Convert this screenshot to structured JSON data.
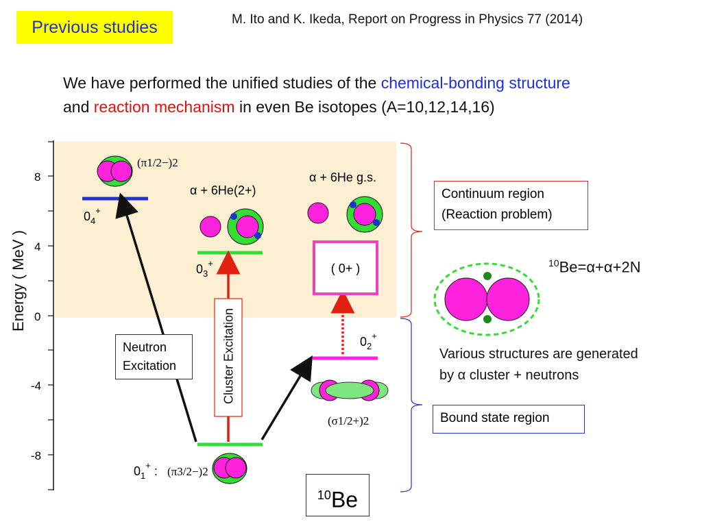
{
  "header": {
    "tag": "Previous studies",
    "reference": "M. Ito and K. Ikeda, Report on Progress in Physics 77 (2014)"
  },
  "intro": {
    "part1": "We have performed the unified studies of the ",
    "chem": "chemical-bonding structure",
    "part2": "and ",
    "reaction": "reaction mechanism",
    "part3": " in even Be isotopes (A=10,12,14,16)"
  },
  "axis": {
    "label": "Energy ( MeV )",
    "ticks": [
      "8",
      "4",
      "0",
      "-4",
      "-8"
    ]
  },
  "levels": {
    "ground": "0",
    "ground_sup": "+",
    "ground_sub": "1",
    "ground_config": "(π3/2−)2",
    "l04": "0",
    "l04_sub": "4",
    "l04_sup": "+",
    "pi12": "(π1/2−)2",
    "l03": "0",
    "l03_sub": "3",
    "l03_sup": "+",
    "l02": "0",
    "l02_sub": "2",
    "l02_sup": "+",
    "sigma": "(σ1/2+)2",
    "zero_plus": "( 0+ )"
  },
  "channels": {
    "alpha_he2": "α + 6He(2+)",
    "alpha_gs": "α + 6He g.s."
  },
  "boxes": {
    "continuum_line1": "Continuum region",
    "continuum_line2": "(Reaction problem)",
    "bound": "Bound state region",
    "neutron_line1": "Neutron",
    "neutron_line2": "Excitation",
    "cluster": "Cluster Excitation"
  },
  "right": {
    "formula_mass": "10",
    "formula_rest": "Be=α+α+2N",
    "various_line1": "Various structures are generated",
    "various_line2": "by  α cluster + neutrons"
  },
  "nucleus": {
    "mass": "10",
    "symbol": "Be"
  },
  "colors": {
    "continuum_bg": "#fcefd2",
    "magenta": "#ff22dd",
    "green": "#33dd33",
    "navy": "#2233cc",
    "red": "#e02010",
    "pink_box": "#ee44bb"
  }
}
